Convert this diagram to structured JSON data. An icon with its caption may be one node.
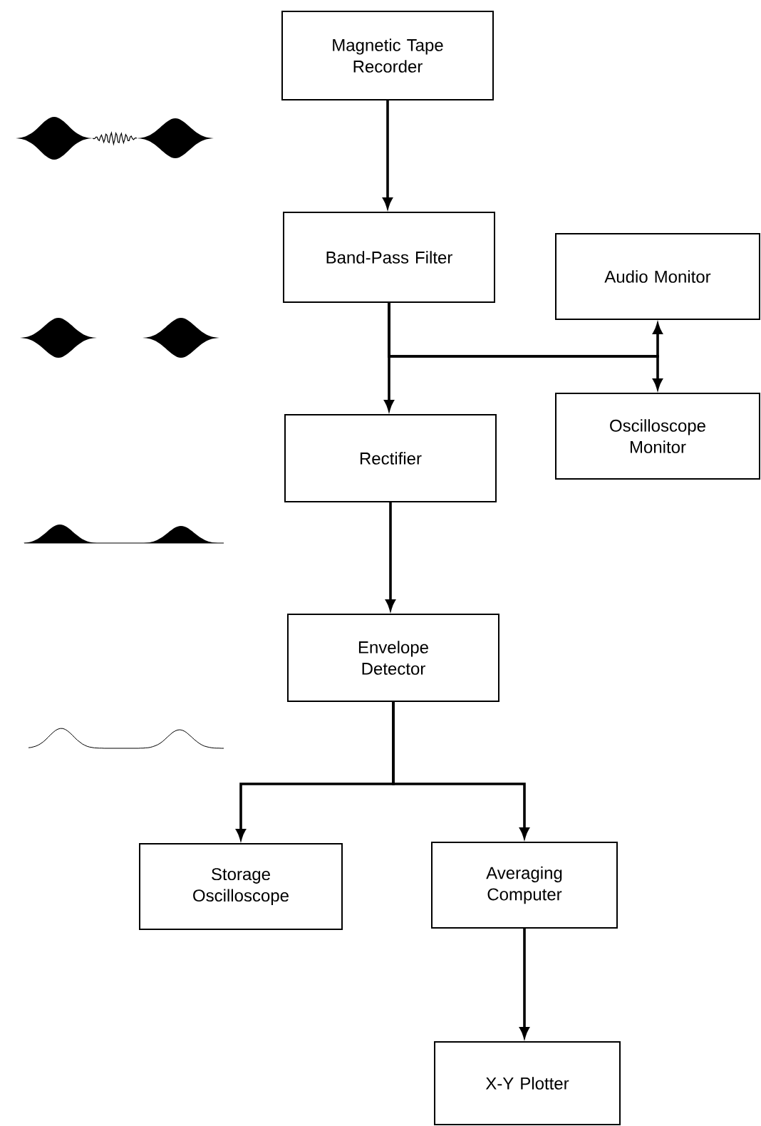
{
  "diagram": {
    "nodes": [
      {
        "text": [
          "Magnetic Tape Recorder"
        ]
      },
      {
        "text": [
          "Band-Pass Filter"
        ]
      },
      {
        "text": [
          "Audio Monitor"
        ]
      },
      {
        "text": [
          "Oscilloscope Monitor"
        ]
      },
      {
        "text": [
          "Rectifier"
        ]
      },
      {
        "text": [
          "Envelope Detector"
        ]
      },
      {
        "text": [
          "Storage Oscilloscope"
        ]
      },
      {
        "text": [
          "Averaging Computer"
        ]
      },
      {
        "text": [
          "X-Y Plotter"
        ]
      }
    ],
    "edges": [
      {
        "from": 0,
        "to": 1,
        "arrow": "to"
      },
      {
        "from": 1,
        "to": 4,
        "arrow": "to"
      },
      {
        "from": 1,
        "to": 2,
        "arrow": "to"
      },
      {
        "from": 1,
        "to": 3,
        "arrow": "to"
      },
      {
        "from": 4,
        "to": 5,
        "arrow": "to"
      },
      {
        "from": 5,
        "to": 6,
        "arrow": "to"
      },
      {
        "from": 5,
        "to": 7,
        "arrow": "to"
      },
      {
        "from": 7,
        "to": 8,
        "arrow": "to"
      }
    ]
  }
}
